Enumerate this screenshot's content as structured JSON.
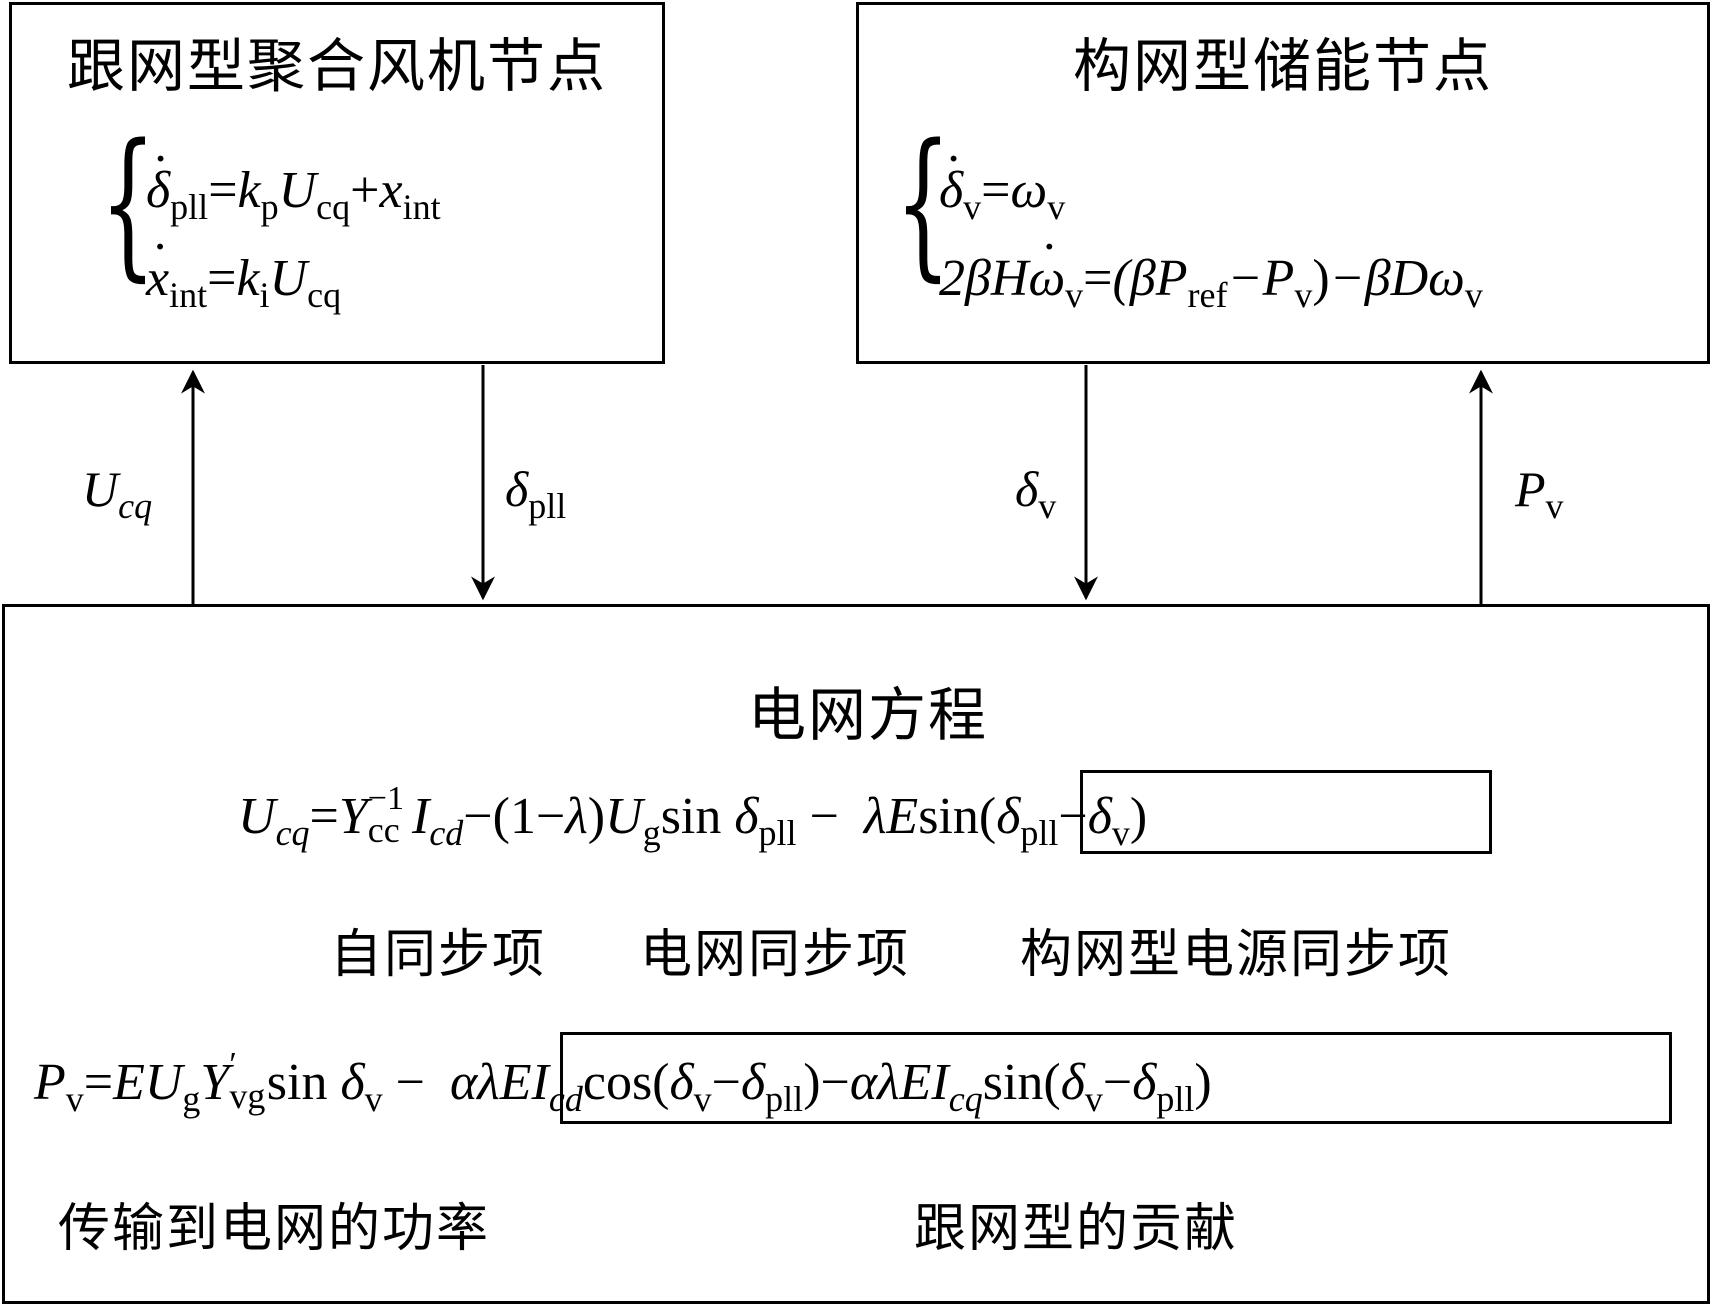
{
  "top_left": {
    "title": "跟网型聚合风机节点",
    "eq1": {
      "lhs": "δ",
      "lhs_sub": "pll",
      "rhs_k": "k",
      "rhs_k_sub": "p",
      "rhs_u": "U",
      "rhs_u_sub": "cq",
      "rhs_x": "x",
      "rhs_x_sub": "int"
    },
    "eq2": {
      "lhs": "x",
      "lhs_sub": "int",
      "rhs_k": "k",
      "rhs_k_sub": "i",
      "rhs_u": "U",
      "rhs_u_sub": "cq"
    }
  },
  "top_right": {
    "title": "构网型储能节点",
    "eq1": {
      "lhs": "δ",
      "lhs_sub": "v",
      "rhs": "ω",
      "rhs_sub": "v"
    },
    "eq2": {
      "text_a": "2βH",
      "omega": "ω",
      "omega_sub": "v",
      "paren_a": "(βP",
      "ref_sub": "ref",
      "minus_p": "−P",
      "p_sub": "v",
      "close": ")",
      "tail": "−βDω",
      "tail_sub": "v"
    }
  },
  "arrows": {
    "ucq": {
      "main": "U",
      "sub": "cq"
    },
    "dpll": {
      "main": "δ",
      "sub": "pll"
    },
    "dv": {
      "main": "δ",
      "sub": "v"
    },
    "pv": {
      "main": "P",
      "sub": "v"
    }
  },
  "bottom": {
    "title": "电网方程",
    "labels": {
      "self_sync": "自同步项",
      "grid_sync": "电网同步项",
      "gfm_sync": "构网型电源同步项",
      "power_to_grid": "传输到电网的功率",
      "gfl_contrib": "跟网型的贡献"
    }
  }
}
